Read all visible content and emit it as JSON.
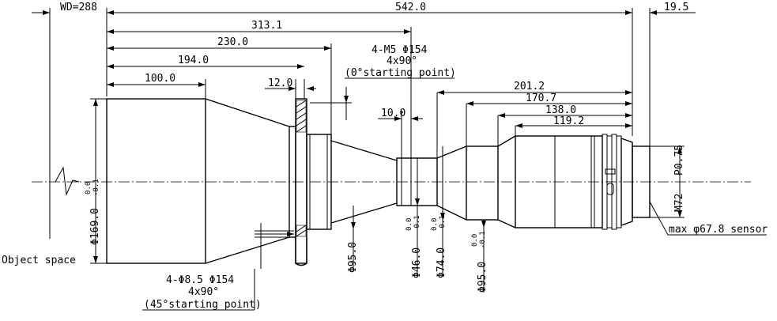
{
  "drawing": {
    "dimensions_top": {
      "wd": "WD=288",
      "total": "542.0",
      "sensor_gap": "19.5",
      "d313": "313.1",
      "d230": "230.0",
      "d194": "194.0",
      "d100": "100.0",
      "d12": "12.0",
      "d10": "10.0",
      "d201": "201.2",
      "d170": "170.7",
      "d138": "138.0",
      "d119": "119.2"
    },
    "screw_top": {
      "line1": "4-M5 Φ154",
      "line2": "4x90°",
      "line3": "(0°starting point)"
    },
    "screw_bottom": {
      "line1": "4-Φ8.5 Φ154",
      "line2": "4x90°",
      "line3": "(45°starting point)"
    },
    "diameters": {
      "d169": "Φ169.0",
      "d95a": "Φ95.0",
      "d46": "Φ46.0",
      "d74": "Φ74.0",
      "d95b": "Φ95.0",
      "tol_up": "0.0",
      "tol_down": "-0.1"
    },
    "thread": {
      "m72": "M72",
      "pitch": "P0.75"
    },
    "sensor_note": "max φ67.8 sensor",
    "object_space": "Object space"
  }
}
